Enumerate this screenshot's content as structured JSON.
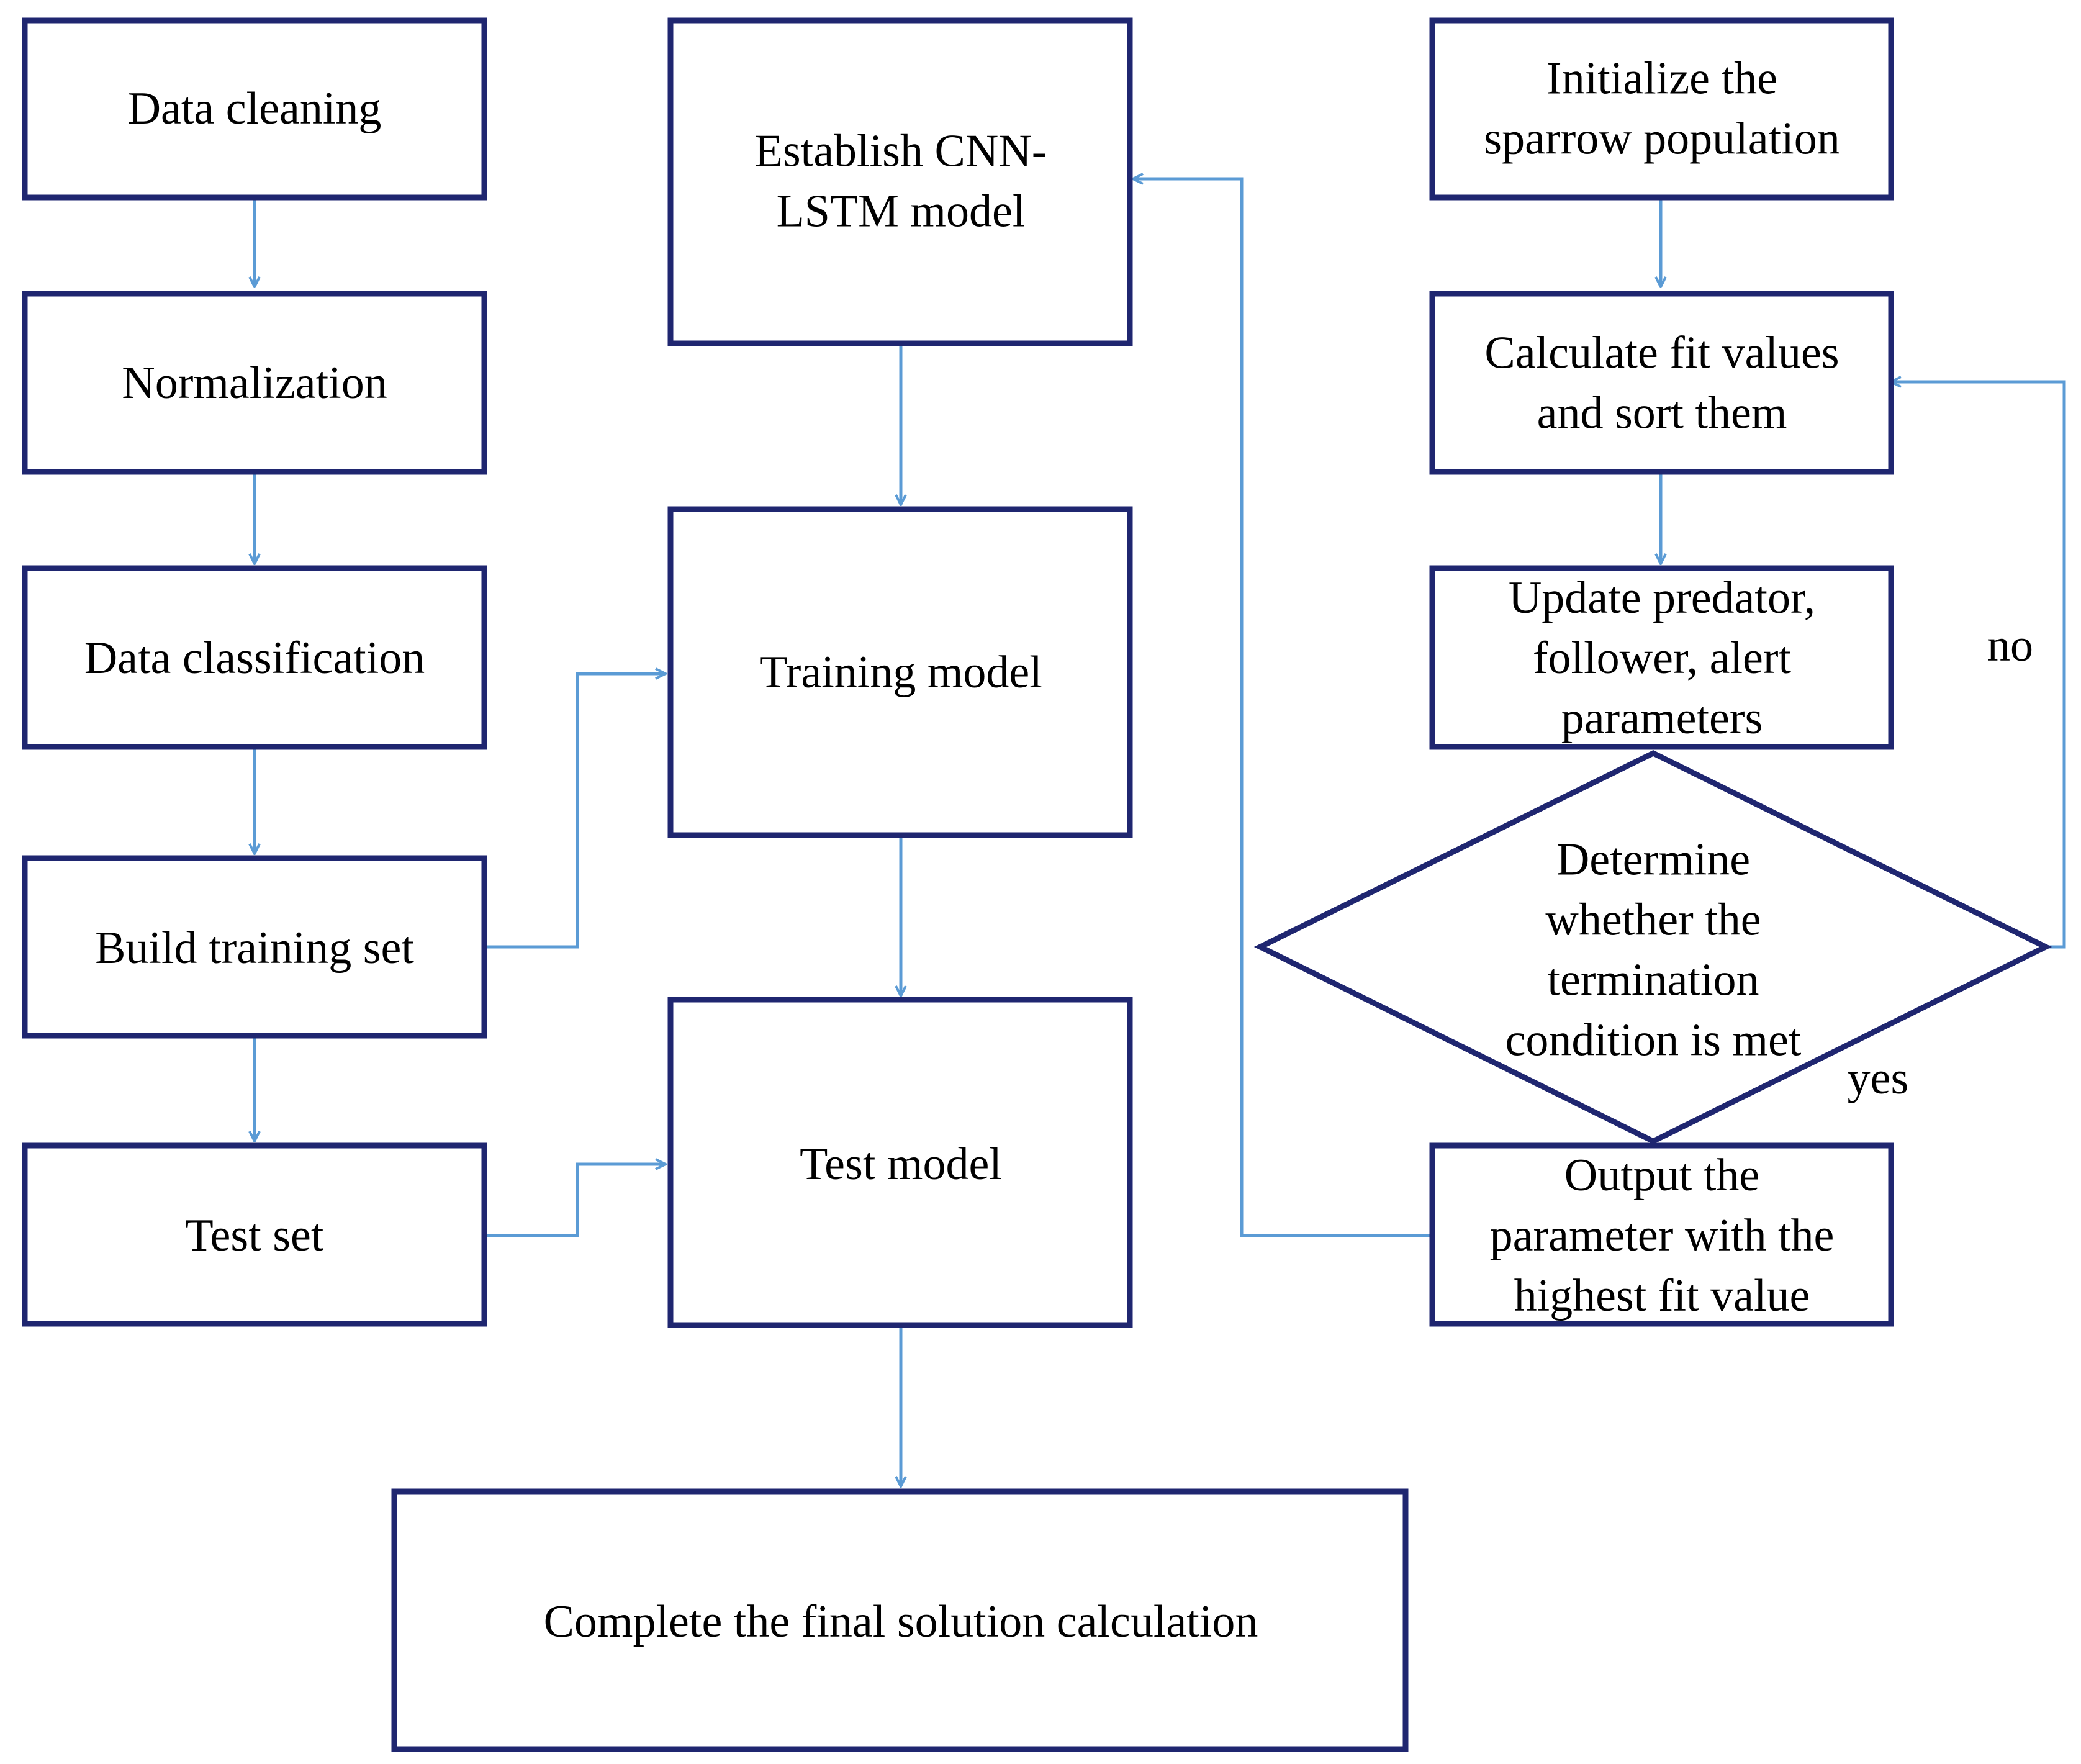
{
  "colors": {
    "box_stroke": "#1f2670",
    "arrow": "#5b9bd5",
    "text": "#000000",
    "background": "#ffffff"
  },
  "nodes": {
    "data_cleaning": [
      "Data cleaning"
    ],
    "normalization": [
      "Normalization"
    ],
    "data_classification": [
      "Data classification"
    ],
    "build_training_set": [
      "Build training set"
    ],
    "test_set": [
      "Test set"
    ],
    "establish_model": [
      "Establish CNN-",
      "LSTM model"
    ],
    "training_model": [
      "Training model"
    ],
    "test_model": [
      "Test model"
    ],
    "final_solution": [
      "Complete the final solution calculation"
    ],
    "init_population": [
      "Initialize the",
      "sparrow population"
    ],
    "calc_fit": [
      "Calculate fit values",
      "and sort them"
    ],
    "update_params": [
      "Update predator,",
      "follower, alert",
      "parameters"
    ],
    "termination_check": [
      "Determine",
      "whether the",
      "termination",
      "condition is met"
    ],
    "output_best": [
      "Output the",
      "parameter with the",
      "highest fit value"
    ]
  },
  "edge_labels": {
    "no": "no",
    "yes": "yes"
  }
}
